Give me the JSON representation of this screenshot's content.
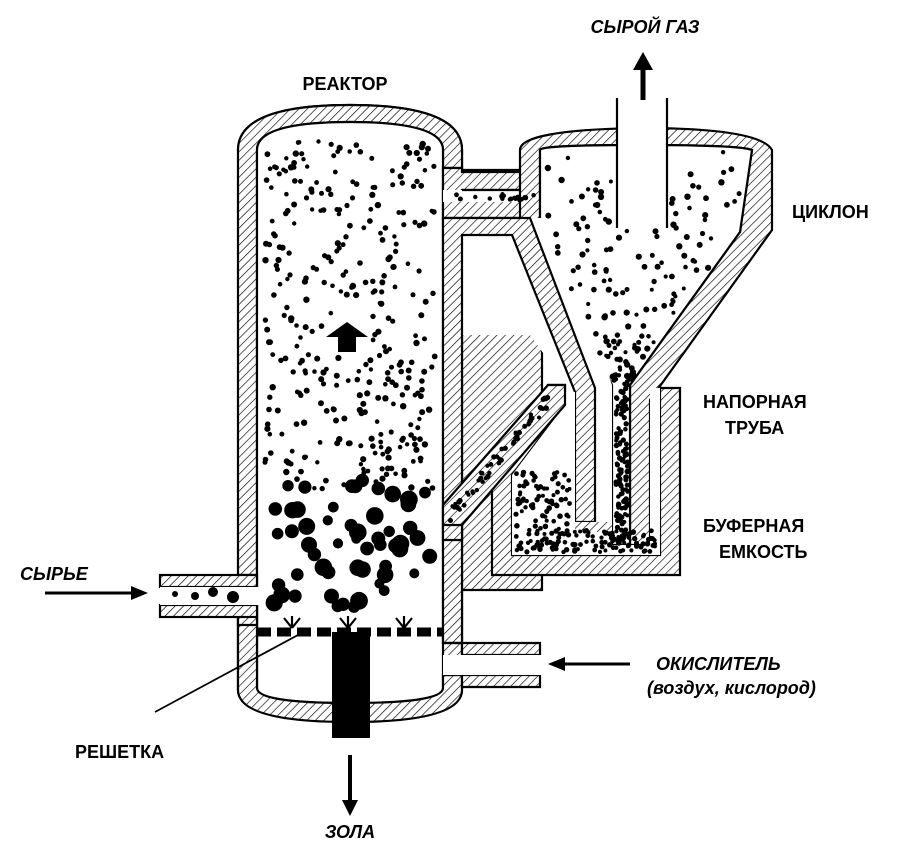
{
  "labels": {
    "reactor": "РЕАКТОР",
    "raw_gas": "СЫРОЙ ГАЗ",
    "cyclone": "ЦИКЛОН",
    "standpipe_line1": "НАПОРНАЯ",
    "standpipe_line2": "ТРУБА",
    "buffer_line1": "БУФЕРНАЯ",
    "buffer_line2": "ЕМКОСТЬ",
    "feedstock": "СЫРЬЕ",
    "oxidizer": "ОКИСЛИТЕЛЬ",
    "oxidizer_detail": "(воздух, кислород)",
    "grate": "РЕШЕТКА",
    "ash": "ЗОЛА"
  },
  "colors": {
    "ink": "#000000",
    "background": "#ffffff"
  }
}
